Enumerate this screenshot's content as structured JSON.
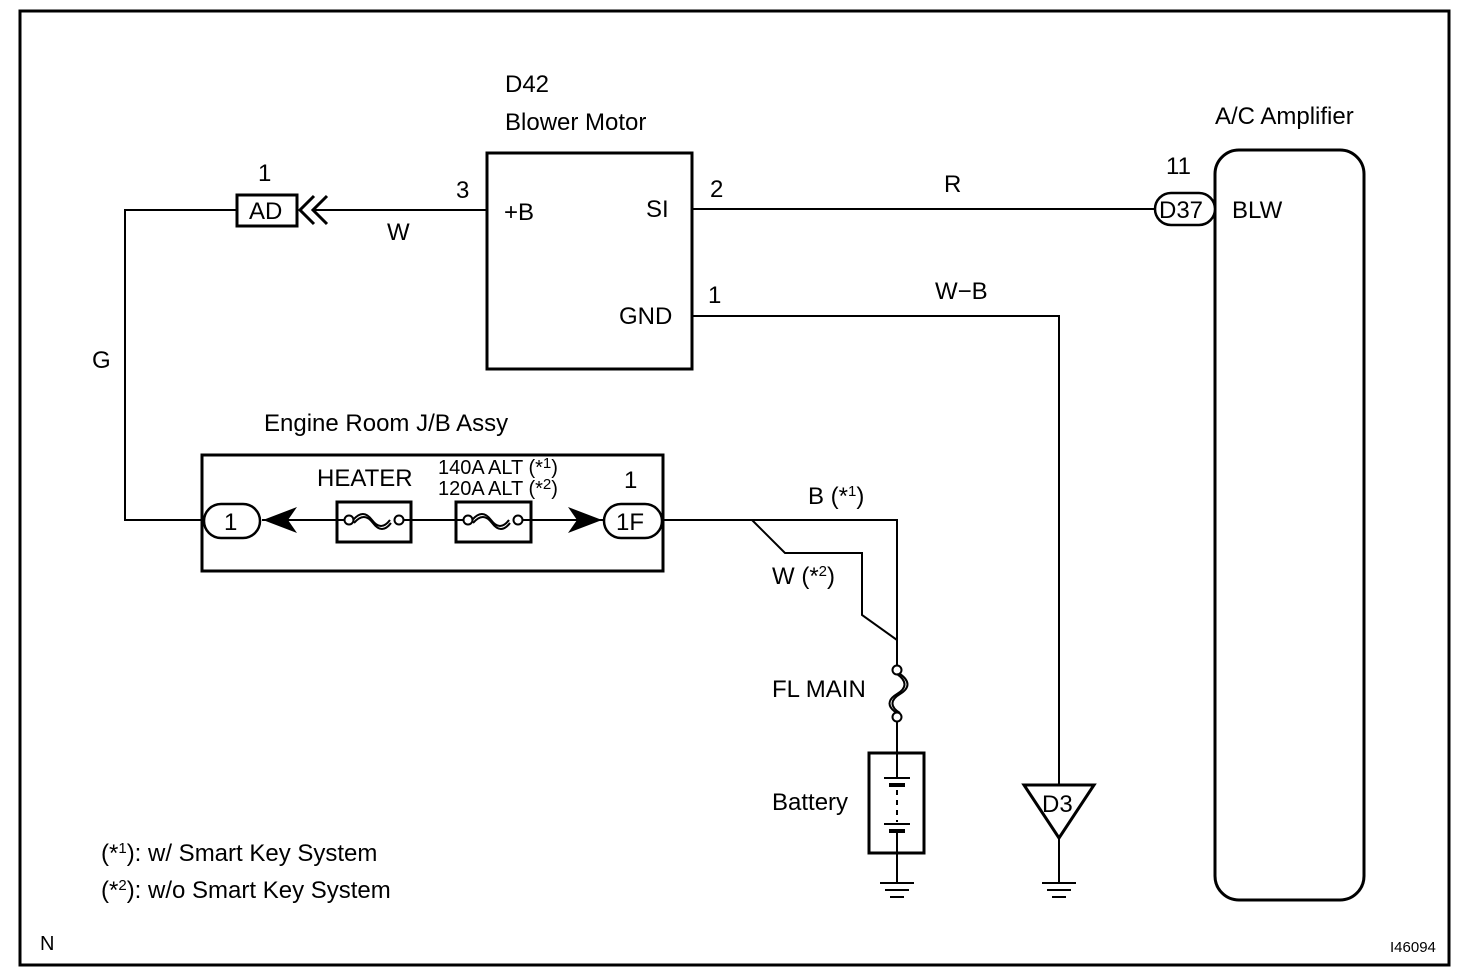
{
  "blower_motor": {
    "id": "D42",
    "name": "Blower Motor",
    "pin_b_num": "3",
    "pin_b_label": "+B",
    "pin_si_num": "2",
    "pin_si_label": "SI",
    "pin_gnd_num": "1",
    "pin_gnd_label": "GND"
  },
  "connector_ad": {
    "pin": "1",
    "label": "AD"
  },
  "ac_amplifier": {
    "name": "A/C Amplifier",
    "connector": "D37",
    "pin": "11",
    "terminal": "BLW"
  },
  "wires": {
    "w": "W",
    "r": "R",
    "wb": "W−B",
    "g": "G",
    "b_smart": "B (*",
    "b_smart_sup": "1",
    "b_close": ")",
    "w_nosmart": "W (*",
    "w_nosmart_sup": "2",
    "w_close": ")"
  },
  "junction_block": {
    "name": "Engine Room J/B Assy",
    "left_connector": "1",
    "right_connector": "1F",
    "right_pin": "1",
    "heater_fuse": "HEATER",
    "alt1_prefix": "140A ALT (*",
    "alt1_sup": "1",
    "alt1_suffix": ")",
    "alt2_prefix": "120A ALT (*",
    "alt2_sup": "2",
    "alt2_suffix": ")"
  },
  "fl_main": "FL MAIN",
  "battery": "Battery",
  "ground_d3": "D3",
  "notes": [
    {
      "prefix": "(*",
      "sup": "1",
      "text": "): w/ Smart Key System"
    },
    {
      "prefix": "(*",
      "sup": "2",
      "text": "): w/o Smart Key System"
    }
  ],
  "corner_left": "N",
  "corner_right": "I46094"
}
